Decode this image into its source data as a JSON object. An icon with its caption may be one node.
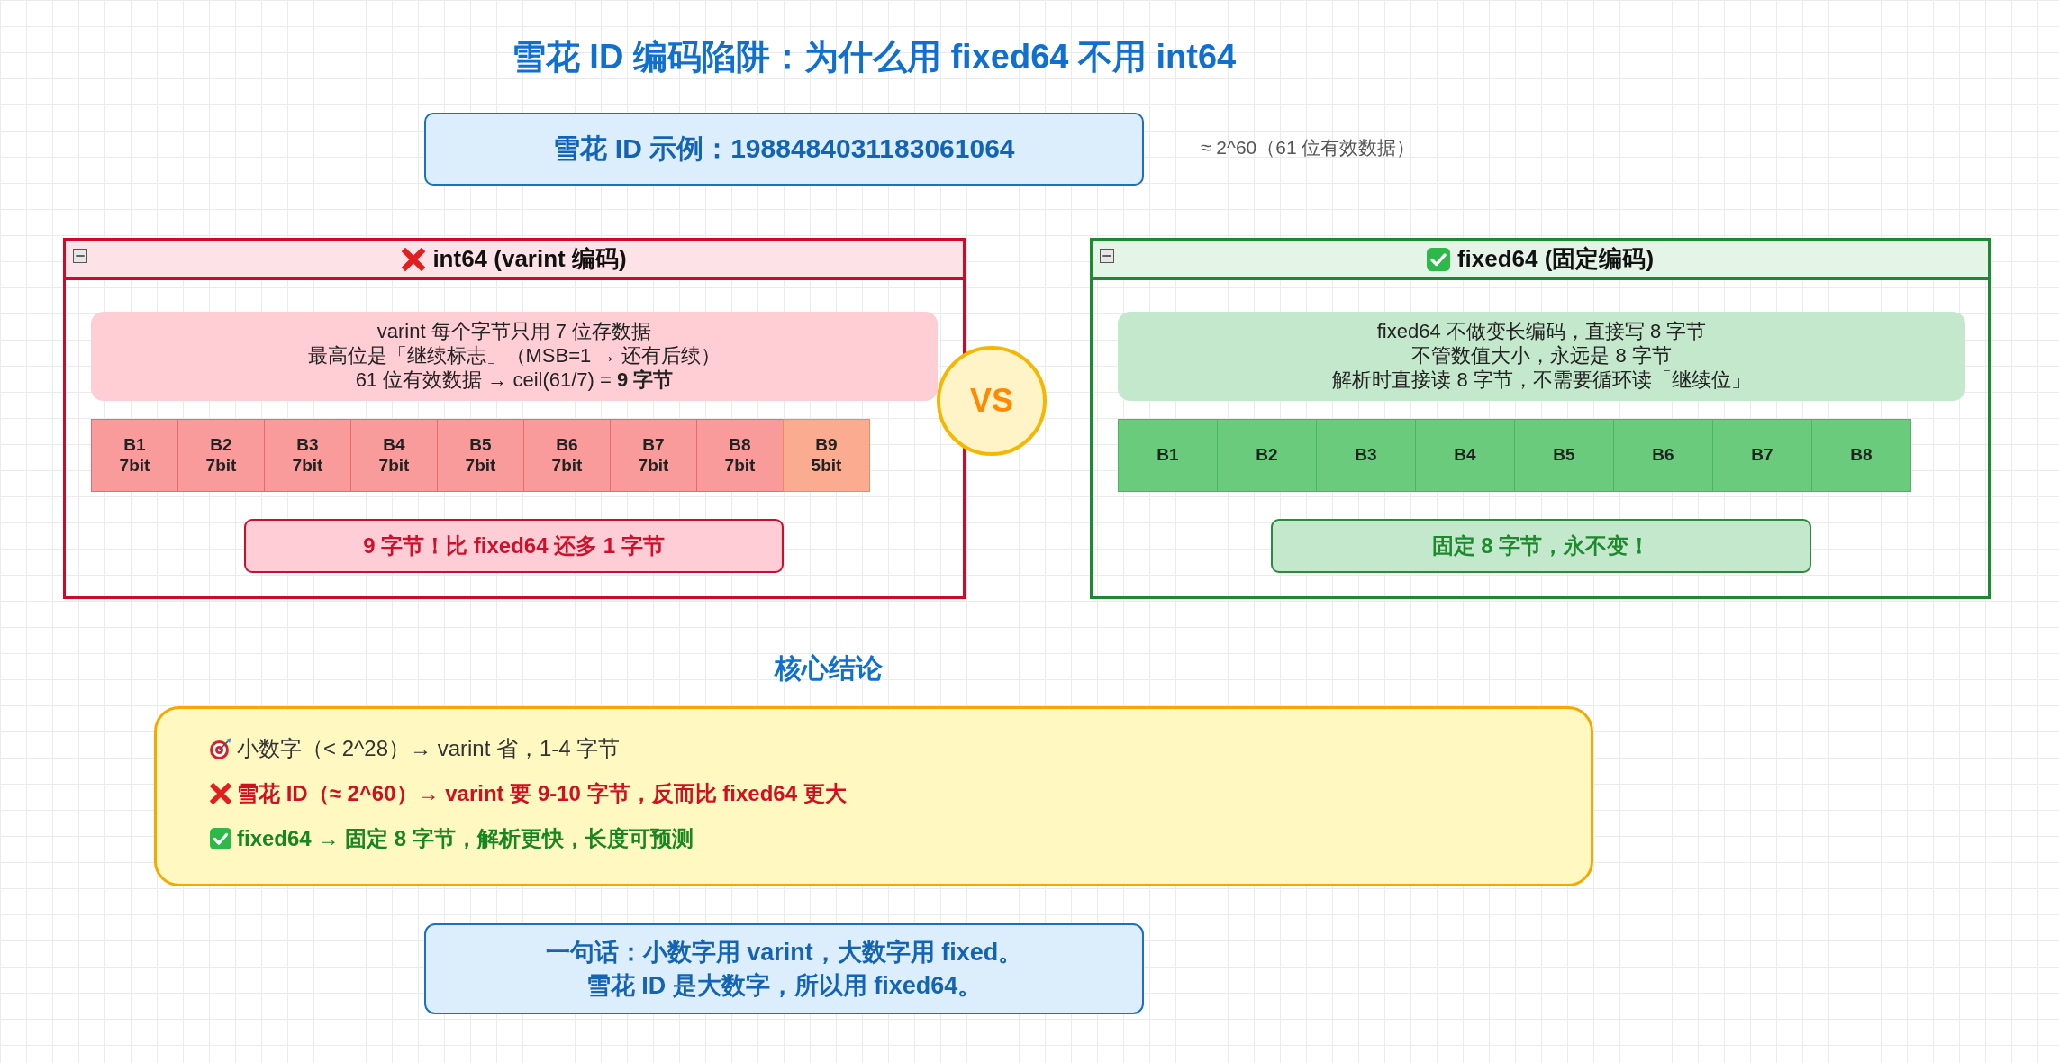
{
  "diagram": {
    "title": "雪花 ID 编码陷阱：为什么用 fixed64 不用 int64",
    "nodes": [
      {
        "text": [
          "雪花 ID 示例：1988484031183061064"
        ],
        "beside": [
          "≈ 2^60（61 位有效数据）"
        ]
      },
      {
        "text": [
          "int64 (varint 编码)"
        ]
      },
      {
        "text": [
          "varint 每个字节只用 7 位存数据",
          "最高位是「继续标志」（MSB=1 → 还有后续）",
          "61 位有效数据 → ceil(61/7) = **9 字节**"
        ],
        "in": 1
      },
      {
        "text": [
          "B1",
          "7bit"
        ],
        "in": 1
      },
      {
        "text": [
          "B2",
          "7bit"
        ],
        "in": 1
      },
      {
        "text": [
          "B3",
          "7bit"
        ],
        "in": 1
      },
      {
        "text": [
          "B4",
          "7bit"
        ],
        "in": 1
      },
      {
        "text": [
          "B5",
          "7bit"
        ],
        "in": 1
      },
      {
        "text": [
          "B6",
          "7bit"
        ],
        "in": 1
      },
      {
        "text": [
          "B7",
          "7bit"
        ],
        "in": 1
      },
      {
        "text": [
          "B8",
          "7bit"
        ],
        "in": 1
      },
      {
        "text": [
          "B9",
          "5bit"
        ],
        "in": 1
      },
      {
        "text": [
          "9 字节！比 fixed64 还多 1 字节"
        ],
        "in": 1
      },
      {
        "text": [
          "VS"
        ]
      },
      {
        "text": [
          "fixed64 (固定编码)"
        ]
      },
      {
        "text": [
          "fixed64 不做变长编码，直接写 8 字节",
          "不管数值大小，永远是 8 字节",
          "解析时直接读 8 字节，不需要循环读「继续位」"
        ],
        "in": 14
      },
      {
        "text": [
          "B1"
        ],
        "in": 14
      },
      {
        "text": [
          "B2"
        ],
        "in": 14
      },
      {
        "text": [
          "B3"
        ],
        "in": 14
      },
      {
        "text": [
          "B4"
        ],
        "in": 14
      },
      {
        "text": [
          "B5"
        ],
        "in": 14
      },
      {
        "text": [
          "B6"
        ],
        "in": 14
      },
      {
        "text": [
          "B7"
        ],
        "in": 14
      },
      {
        "text": [
          "B8"
        ],
        "in": 14
      },
      {
        "text": [
          "固定 8 字节，永不变！"
        ],
        "in": 14
      },
      {
        "text": [
          "核心结论",
          "小数字（< 2^28）→ varint 省，1-4 字节",
          "雪花 ID（≈ 2^60）→ varint 要 9-10 字节，反而比 fixed64 更大",
          "fixed64 → 固定 8 字节，解析更快，长度可预测"
        ]
      },
      {
        "text": [
          "一句话：小数字用 varint，大数字用 fixed。",
          "雪花 ID 是大数字，所以用 fixed64。"
        ]
      }
    ]
  }
}
